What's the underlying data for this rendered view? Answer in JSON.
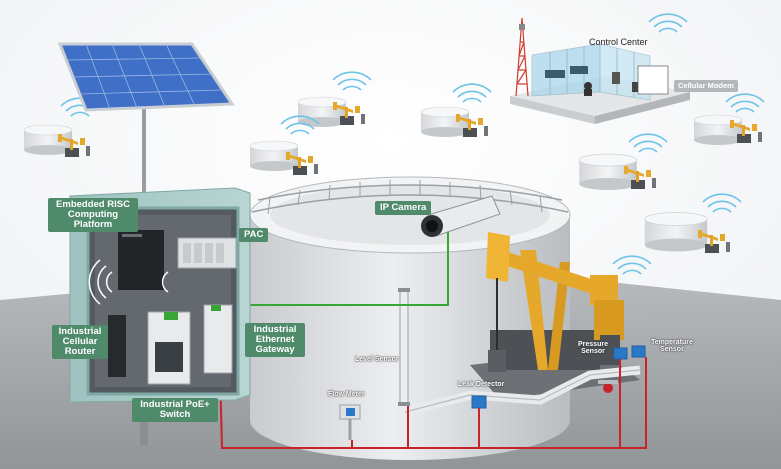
{
  "labels": {
    "control_center": "Control Center",
    "cellular_modem": "Cellular Modem",
    "embedded_risc_line1": "Embedded RISC",
    "embedded_risc_line2": "Computing",
    "embedded_risc_line3": "Platform",
    "ip_camera": "IP Camera",
    "pac": "PAC",
    "industrial_cellular_router_line1": "Industrial",
    "industrial_cellular_router_line2": "Cellular",
    "industrial_cellular_router_line3": "Router",
    "industrial_ethernet_gateway_line1": "Industrial",
    "industrial_ethernet_gateway_line2": "Ethernet",
    "industrial_ethernet_gateway_line3": "Gateway",
    "industrial_poe_switch_line1": "Industrial PoE+",
    "industrial_poe_switch_line2": "Switch",
    "level_sensor": "Level Sensor",
    "flow_meter": "Flow Meter",
    "leak_detector": "Leak Detector",
    "pressure_sensor_line1": "Pressure",
    "pressure_sensor_line2": "Sensor",
    "temperature_sensor_line1": "Temperature",
    "temperature_sensor_line2": "Sensor"
  },
  "colors": {
    "label_green": "#4f8a6b",
    "cabinet": "#a8ccc9",
    "signal_red": "#c8222a",
    "signal_green": "#39a535",
    "pump_yellow": "#e5a82a",
    "tank": "#d9dbdd",
    "ground": "#9c9fa2",
    "wifi_blue": "#6fc3e8"
  }
}
